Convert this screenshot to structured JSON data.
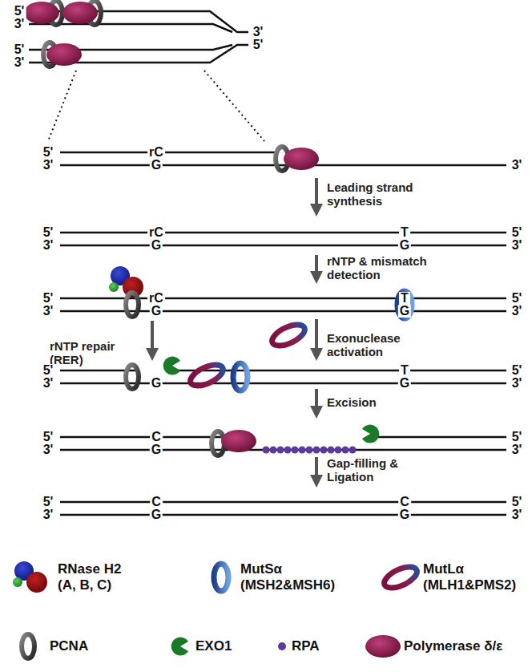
{
  "diagram": {
    "labels": [
      "5'",
      "3'",
      "3'",
      "5'",
      "5'",
      "3'",
      "5'",
      "3'",
      "rC",
      "G",
      "3'",
      "Leading strand synthesis",
      "5'",
      "3'",
      "rC",
      "G",
      "T",
      "G",
      "5'",
      "3'",
      "rNTP & mismatch detection",
      "5'",
      "3'",
      "rC",
      "G",
      "T",
      "G",
      "5'",
      "3'",
      "rNTP repair (RER)",
      "Exonuclease activation",
      "5'",
      "3'",
      "G",
      "T",
      "G",
      "5'",
      "3'",
      "Excision",
      "5'",
      "3'",
      "C",
      "G",
      "5'",
      "3'",
      "Gap-filling & Ligation",
      "5'",
      "3'",
      "C",
      "G",
      "C",
      "G",
      "5'",
      "3'"
    ],
    "legend": [
      {
        "text": "RNase H2 (A, B, C)"
      },
      {
        "text": "MutSα (MSH2&MSH6)"
      },
      {
        "text": "MutLα (MLH1&PMS2)"
      },
      {
        "text": "PCNA"
      },
      {
        "text": "EXO1"
      },
      {
        "text": "RPA"
      },
      {
        "text": "Polymerase δ/ε"
      }
    ]
  }
}
